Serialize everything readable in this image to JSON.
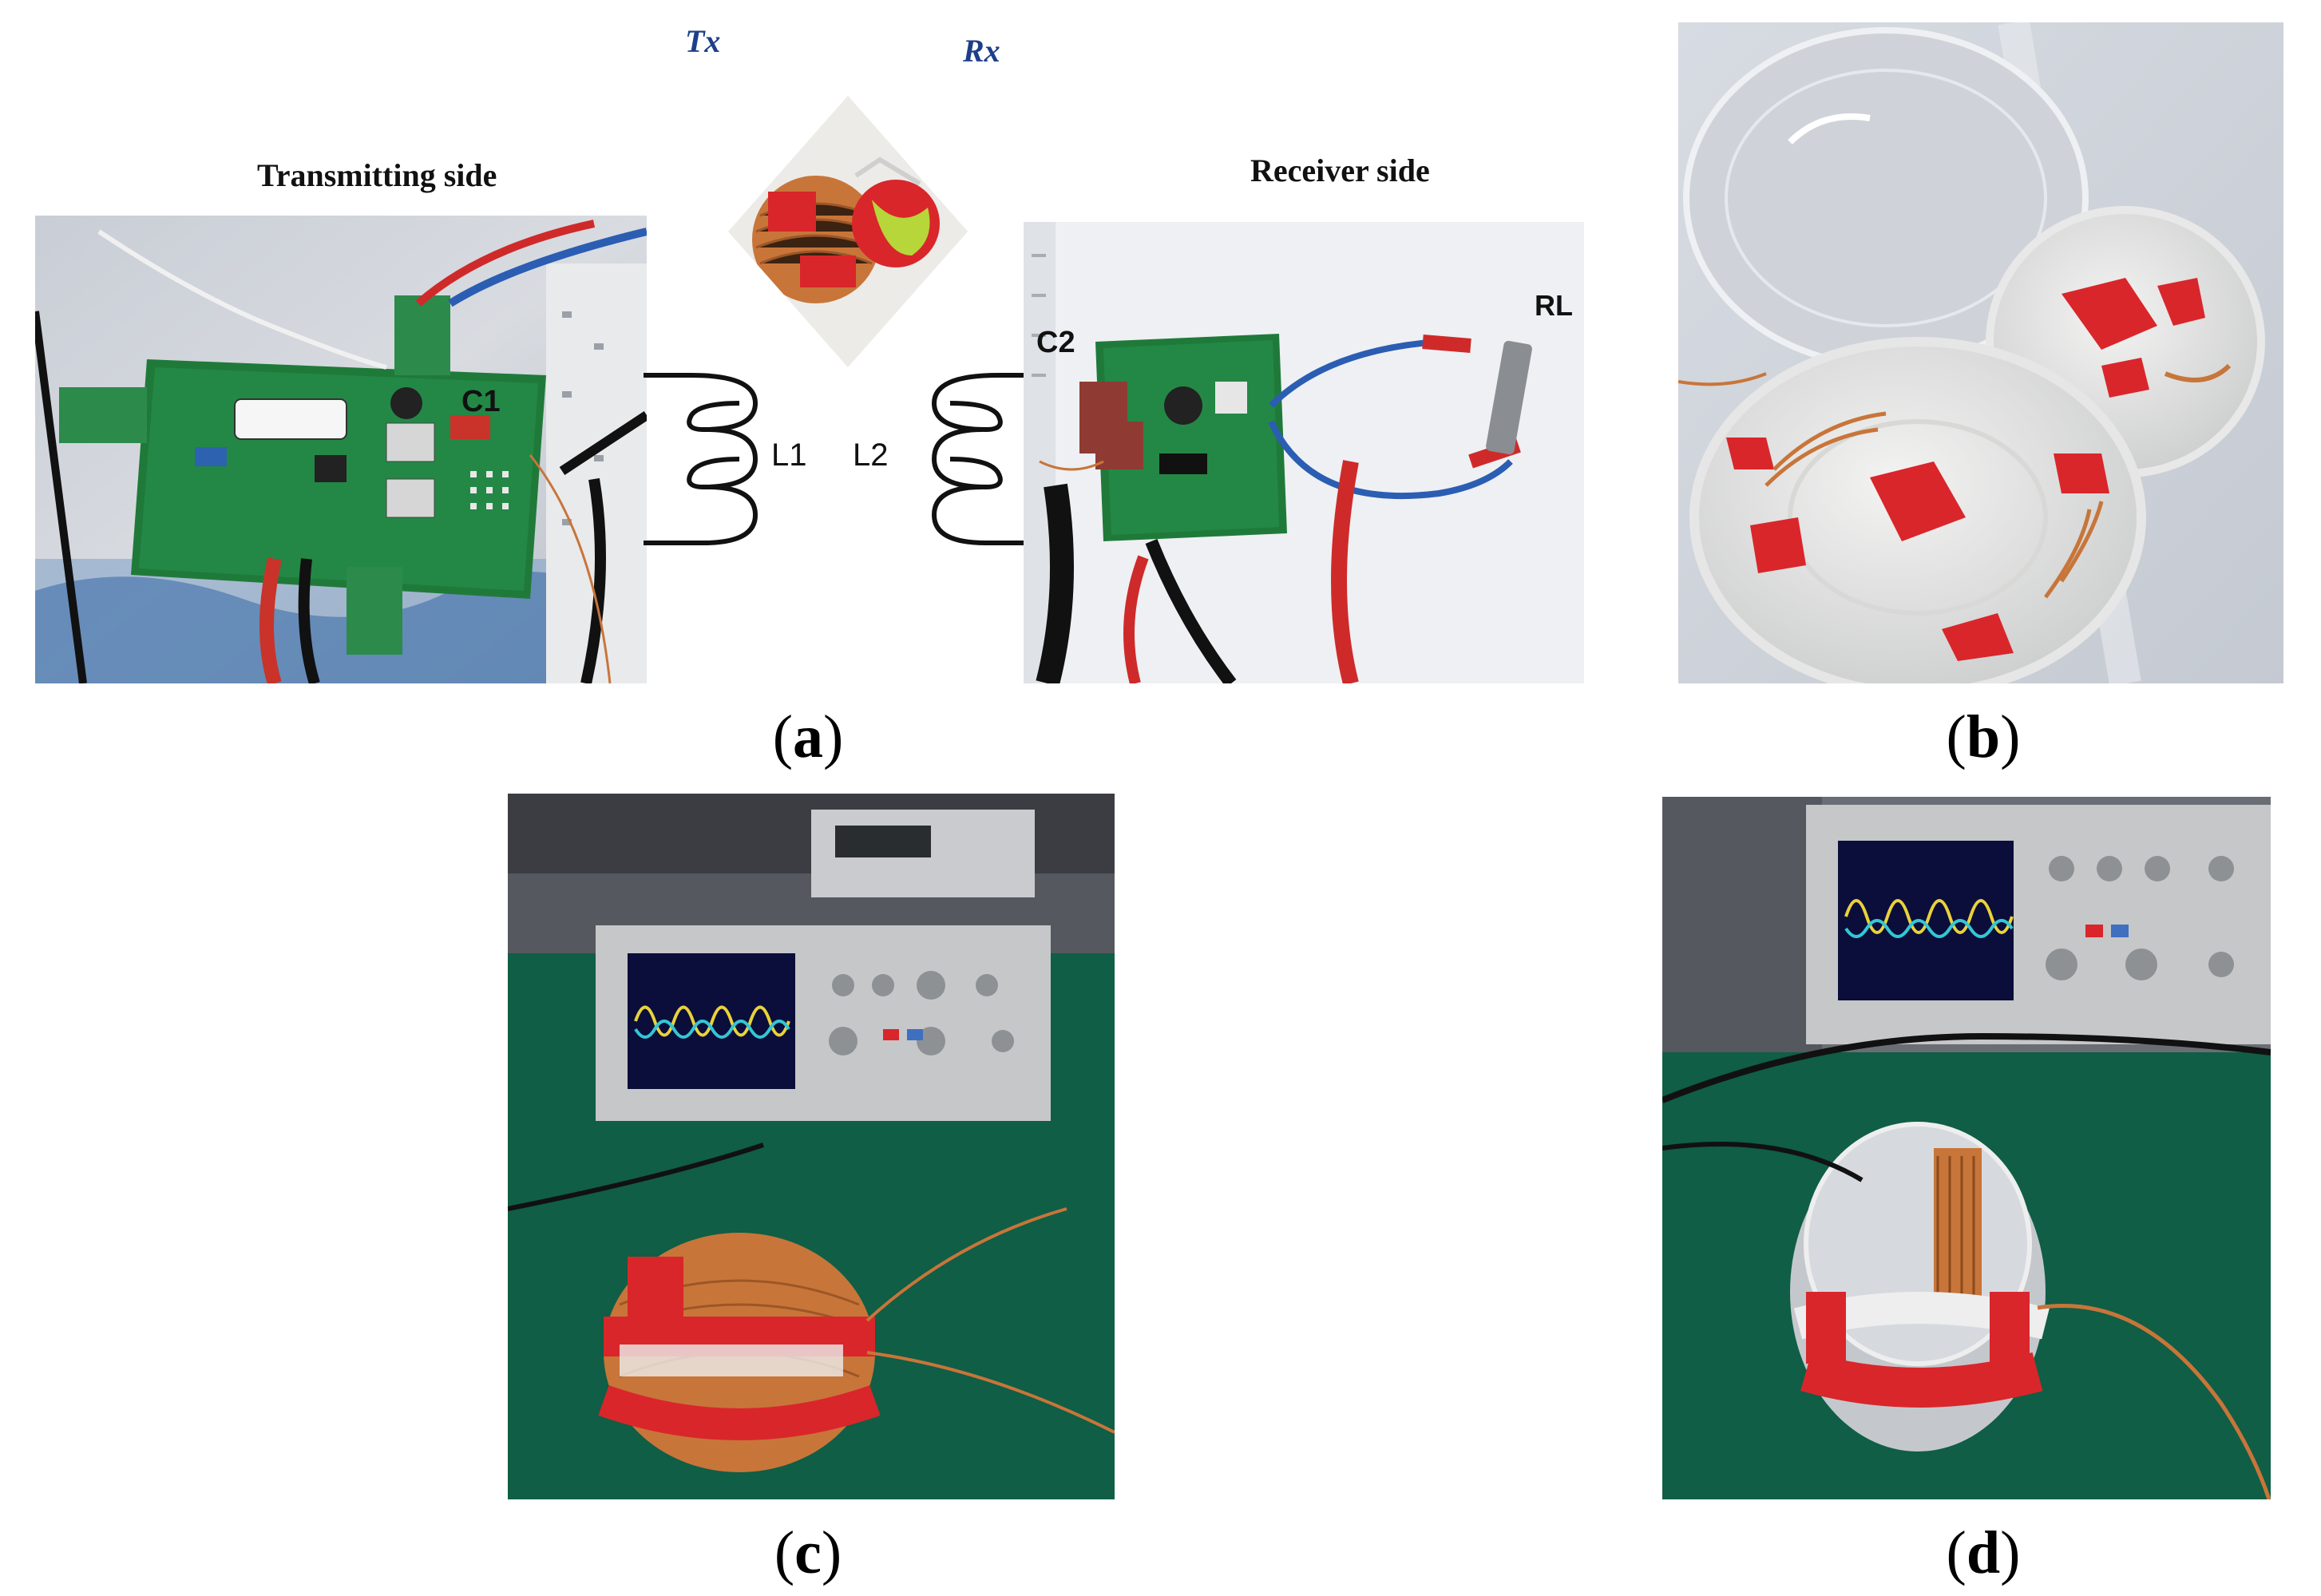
{
  "panel_a": {
    "tx_label": "Tx",
    "rx_label": "Rx",
    "transmitting_label": "Transmitting side",
    "receiver_label": "Receiver side",
    "c1_label": "C1",
    "c2_label": "C2",
    "l1_label": "L1",
    "l2_label": "L2",
    "rl_label": "RL"
  },
  "captions": {
    "a": "a",
    "b": "b",
    "c": "c",
    "d": "d"
  },
  "colors": {
    "pcb_green": "#1f7a3a",
    "tape_red": "#d9262b",
    "copper": "#c8753a",
    "table_green": "#0f5e45",
    "coil_line": "#111111"
  }
}
